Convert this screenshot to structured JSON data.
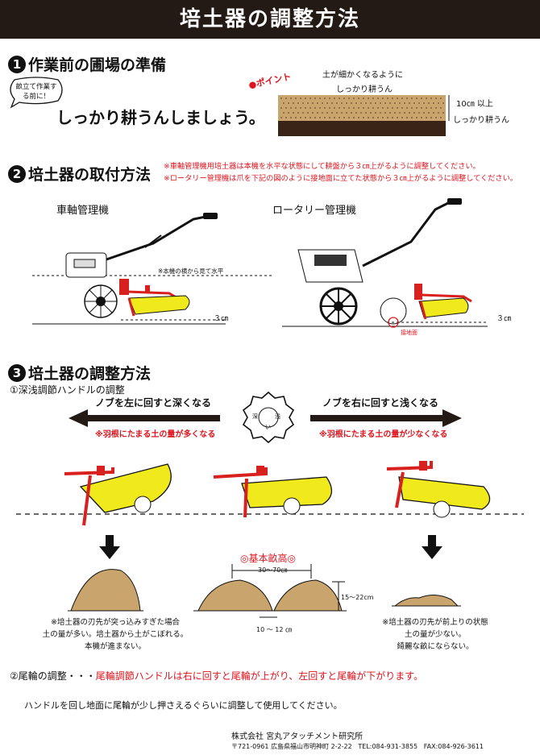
{
  "header": {
    "title": "培土器の調整方法"
  },
  "section1": {
    "number": "1",
    "title": "作業前の圃場の準備",
    "bubble": "畝立て作業する前に！",
    "main_text": "しっかり耕うんしましょう。",
    "point": "●ポイント",
    "note_top_1": "土が細かくなるように",
    "note_top_2": "しっかり耕うん",
    "depth": "10㎝ 以上",
    "depth_note": "しっかり耕うん"
  },
  "section2": {
    "number": "2",
    "title": "培土器の取付方法",
    "note1": "※車軸管理機用培土器は本機を水平な状態にして耕盤から３㎝上がるように調整してください。",
    "note2": "※ロータリー管理機は爪を下記の図のように接地面に立てた状態から３㎝上がるように調整してください。",
    "left_label": "車軸管理機",
    "right_label": "ロータリー管理機",
    "horizontal_note": "※本機の横から見て水平",
    "gap_left": "３㎝",
    "gap_right": "３㎝",
    "ground_label": "接地面"
  },
  "section3": {
    "number": "3",
    "title": "培土器の調整方法",
    "sub1": "①深浅調節ハンドルの調整",
    "left_arrow": "ノブを左に回すと深くなる",
    "left_note": "※羽根にたまる土の量が多くなる",
    "right_arrow": "ノブを右に回すと浅くなる",
    "right_note": "※羽根にたまる土の量が少なくなる",
    "knob_left": "深",
    "knob_right": "浅",
    "knob_sub": "い",
    "basic": "◎基本畝高◎",
    "width": "30～70㎝",
    "height": "15～22cm",
    "bottom": "10 ～ 12 ㎝",
    "left_caption": [
      "※培土器の刃先が突っ込みすぎた場合",
      "土の量が多い。培土器から土がこぼれる。",
      "本機が進まない。"
    ],
    "right_caption": [
      "※培土器の刃先が前上りの状態",
      "土の量が少ない。",
      "綺麗な畝にならない。"
    ],
    "sub2_black": "②尾輪の調整・・・",
    "sub2_red": "尾輪調節ハンドルは右に回すと尾輪が上がり、左回すと尾輪が下がります。",
    "sub2_note": "ハンドルを回し地面に尾輪が少し押さえるぐらいに調整して使用してください。"
  },
  "footer": {
    "company": "株式会社 宮丸アタッチメント研究所",
    "address": "〒721-0961 広島県福山市明神町 2-2-22",
    "tel": "TEL:084-931-3855",
    "fax": "FAX:084-926-3611"
  },
  "colors": {
    "header_bg": "#231915",
    "accent_red": "#e0141e",
    "soil": "#c9a46c",
    "blade": "#f0ea1c",
    "frame": "#d8201e"
  }
}
